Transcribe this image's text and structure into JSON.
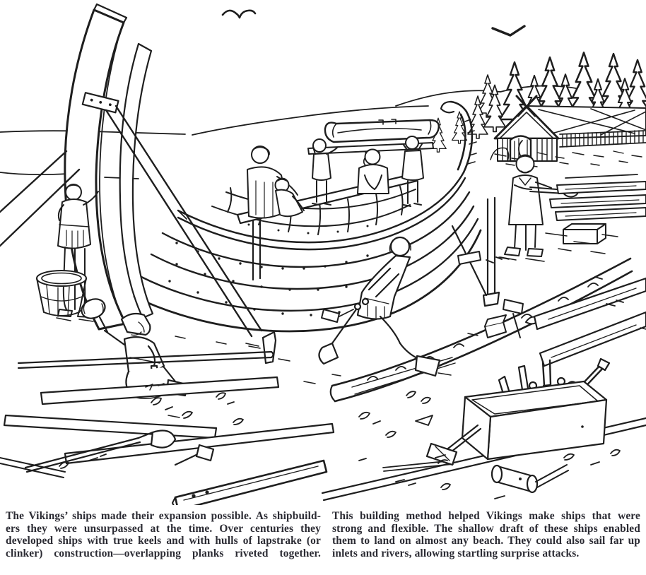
{
  "page": {
    "background": "#ffffff",
    "ink": "#1e1e1e",
    "caption_color": "#2b2b33"
  },
  "captions": {
    "left_lines": [
      "The Vikings’ ships made their expansion possible. As shipbuild-",
      "ers they were unsurpassed at the time. Over centuries they",
      "developed ships with true keels and with hulls of lapstrake (or",
      "clinker) construction—overlapping planks riveted together."
    ],
    "right_lines": [
      "This building method helped Vikings make ships that were",
      "strong and flexible. The shallow draft of these ships enabled",
      "them to land on almost any beach. They could also sail far up",
      "inlets and rivers, allowing startling surprise attacks."
    ]
  }
}
